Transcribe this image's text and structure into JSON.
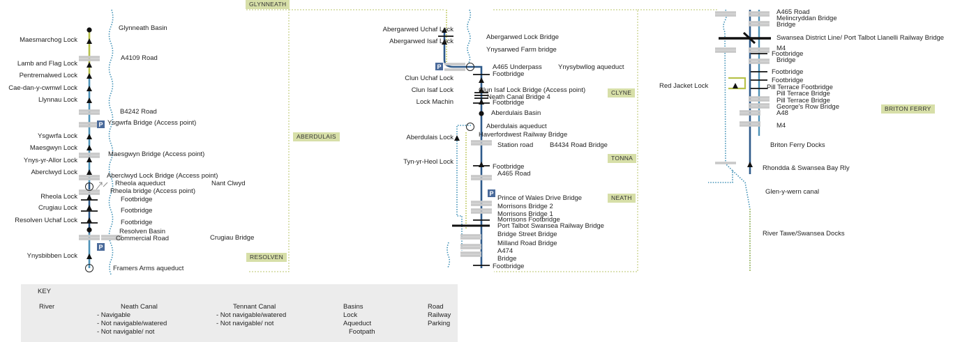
{
  "areas": {
    "glynneath": "GLYNNEATH",
    "aberdulais": "ABERDULAIS",
    "resolven": "RESOLVEN",
    "clyne": "CLYNE",
    "tonna": "TONNA",
    "neath": "NEATH",
    "briton_ferry": "BRITON FERRY"
  },
  "col1": {
    "left": [
      "Maesmarchog Lock",
      "Lamb and Flag Lock",
      "Pentremalwed Lock",
      "Cae-dan-y-cwmwl Lock",
      "Llynnau Lock",
      "Ysgwrfa Lock",
      "Maesgwyn Lock",
      "Ynys-yr-Allor Lock",
      "Aberclwyd Lock",
      "Rheola Lock",
      "Crugiau Lock",
      "Resolven Uchaf Lock",
      "Ynysbibben Lock"
    ],
    "right": [
      "Glynneath Basin",
      "A4109 Road",
      "B4242 Road",
      "Ysgwrfa Bridge (Access point)",
      "Maesgwyn Bridge (Access point)",
      "Aberclwyd Lock Bridge (Access point)",
      "Rheola aqueduct",
      "Rheola bridge (Access point)",
      "Footbridge",
      "Footbridge",
      "Footbridge",
      "Resolven Basin",
      "Commercial Road",
      "Framers Arms aqueduct"
    ],
    "nant_clwyd": "Nant Clwyd",
    "crugiau_bridge": "Crugiau Bridge"
  },
  "col2": {
    "left": [
      "Abergarwed Uchaf Lock",
      "Abergarwed Isaf Lock",
      "Clun Uchaf Lock",
      "Clun Isaf Lock",
      "Lock Machin",
      "Aberdulais Lock",
      "Tyn-yr-Heol Lock"
    ],
    "right": [
      "Abergarwed Lock Bridge",
      "Ynysarwed Farm bridge",
      "A465 Underpass",
      "Footbridge",
      "Clun Isaf Lock Bridge (Access point)",
      "Neath Canal Bridge 4",
      "Footbridge",
      "Aberdulais Basin",
      "Aberdulais aqueduct",
      "Haverfordwest Railway Bridge",
      "Station road",
      "Footbridge",
      "A465 Road",
      "Prince of Wales Drive Bridge",
      "Morrisons Bridge 2",
      "Morrisons Bridge 1",
      "Morrisons Footbridge",
      "Port Talbot Swansea Railway Bridge",
      "Bridge Street Bridge",
      "Milland Road Bridge",
      "A474",
      "Bridge",
      "Footbridge"
    ],
    "ynysybwllog": "Ynysybwllog aqueduct",
    "b4434": "B4434 Road Bridge"
  },
  "col3": {
    "right": [
      "A465 Road",
      "Melincryddan Bridge",
      "Bridge",
      "Swansea District Line/ Port Talbot Llanelli Railway Bridge",
      "M4",
      "Footbridge",
      "Bridge",
      "Footbridge",
      "Footbridge",
      "Pill Terrace Footbridge",
      "Pill Terrace Bridge",
      "Pill Terrace Bridge",
      "George's Row Bridge",
      "A48",
      "M4",
      "Briton Ferry Docks",
      "Rhondda & Swansea Bay Rly",
      "Glen-y-wern canal",
      "River Tawe/Swansea Docks"
    ],
    "red_jacket": "Red Jacket Lock"
  },
  "key": {
    "title": "KEY",
    "river": "River",
    "neath_canal": "Neath Canal",
    "neath_items": [
      "- Navigable",
      "- Not navigable/watered",
      "- Not navigable/ not"
    ],
    "tennant_canal": "Tennant Canal",
    "tennant_items": [
      "- Not navigable/watered",
      "- Not navigable/ not"
    ],
    "symbols": [
      "Basins",
      "Lock",
      "Aqueduct",
      "Footpath"
    ],
    "road": "Road",
    "railway": "Railway",
    "parking": "Parking",
    "parking_glyph": "P"
  },
  "colors": {
    "navigable": "#2e5a8a",
    "watered": "#4f93b8",
    "dry": "#b7c24a",
    "river": "#3d8fb5",
    "road": "#c8c8c8",
    "rail": "#111111",
    "area_bg": "#d7dfa8",
    "parking": "#4a6a9a",
    "frame": "#b8c46a"
  }
}
